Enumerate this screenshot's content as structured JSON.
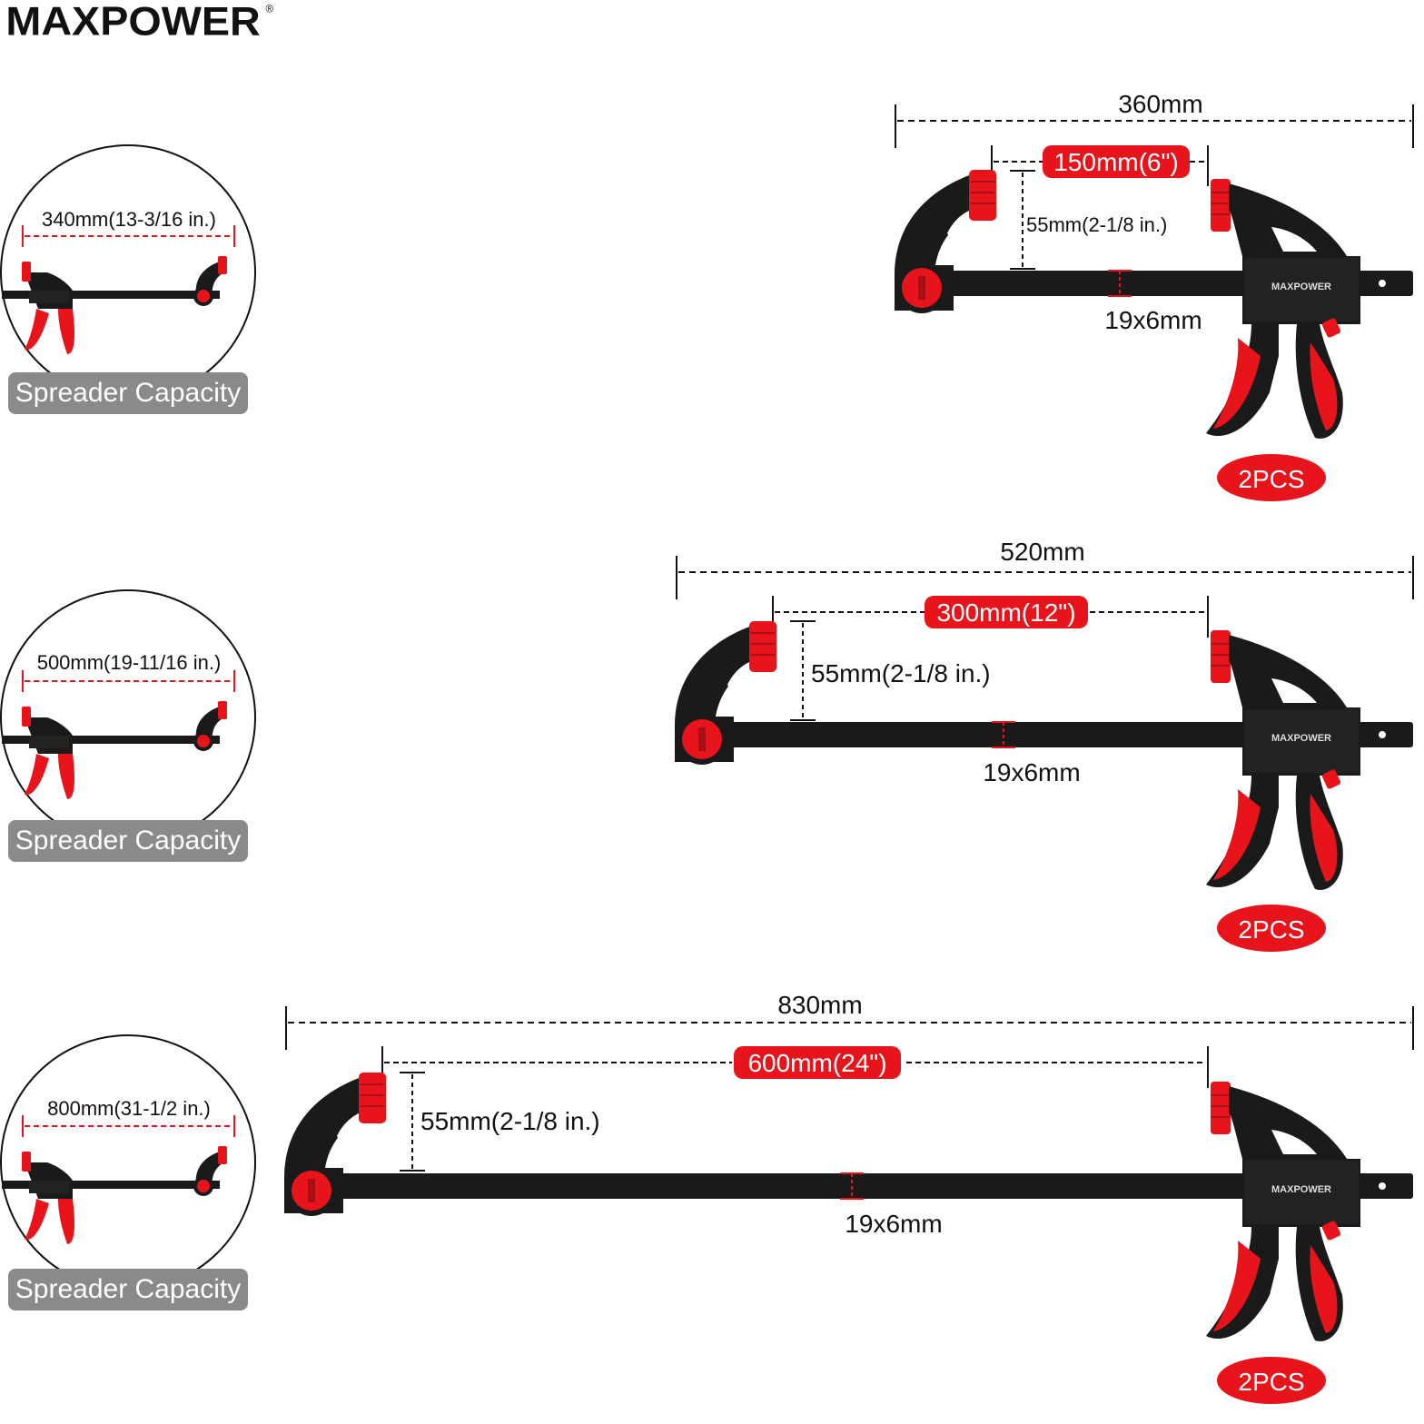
{
  "brand": {
    "name": "MAXPOWER",
    "mark": "®"
  },
  "colors": {
    "accent": "#e8141c",
    "body": "#1a1a1a",
    "badge_bg": "#8a8a8a"
  },
  "clamps": [
    {
      "overall_length": "360mm",
      "clamp_capacity": "150mm(6\")",
      "throat_depth": "55mm(2-1/8 in.)",
      "bar_size": "19x6mm",
      "quantity": "2PCS",
      "spreader_capacity_value": "340mm(13-3/16 in.)",
      "spreader_label": "Spreader Capacity"
    },
    {
      "overall_length": "520mm",
      "clamp_capacity": "300mm(12\")",
      "throat_depth": "55mm(2-1/8 in.)",
      "bar_size": "19x6mm",
      "quantity": "2PCS",
      "spreader_capacity_value": "500mm(19-11/16 in.)",
      "spreader_label": "Spreader Capacity"
    },
    {
      "overall_length": "830mm",
      "clamp_capacity": "600mm(24\")",
      "throat_depth": "55mm(2-1/8 in.)",
      "bar_size": "19x6mm",
      "quantity": "2PCS",
      "spreader_capacity_value": "800mm(31-1/2 in.)",
      "spreader_label": "Spreader Capacity"
    }
  ]
}
